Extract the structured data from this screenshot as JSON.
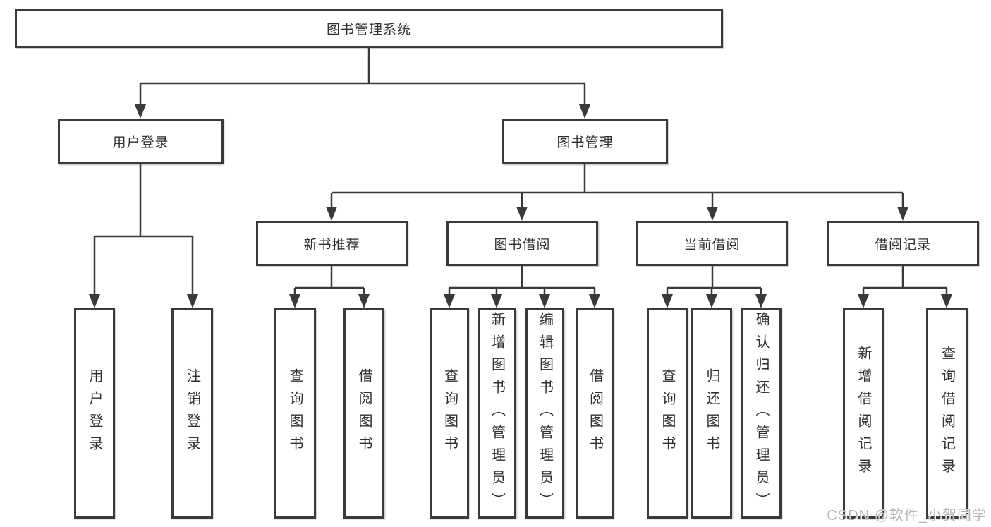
{
  "diagram": {
    "title_node": {
      "label": "图书管理系统"
    },
    "level2": [
      {
        "label": "用户登录"
      },
      {
        "label": "图书管理"
      }
    ],
    "level3": [
      {
        "label": "新书推荐"
      },
      {
        "label": "图书借阅"
      },
      {
        "label": "当前借阅"
      },
      {
        "label": "借阅记录"
      }
    ],
    "leaves": {
      "user_login": [
        "用户登录",
        "注销登录"
      ],
      "new_book_rec": [
        "查询图书",
        "借阅图书"
      ],
      "book_borrow": [
        "查询图书",
        "新增图书（管理员）",
        "编辑图书（管理员）",
        "借阅图书"
      ],
      "current_borrow": [
        "查询图书",
        "归还图书",
        "确认归还（管理员）"
      ],
      "borrow_records": [
        "新增借阅记录",
        "查询借阅记录"
      ]
    },
    "colors": {
      "line": "#3a3a3a",
      "text": "#2f2f2f",
      "background": "#ffffff",
      "watermark": "#b5b5b5"
    }
  },
  "watermark": {
    "text": "CSDN @软件_小贺同学"
  }
}
